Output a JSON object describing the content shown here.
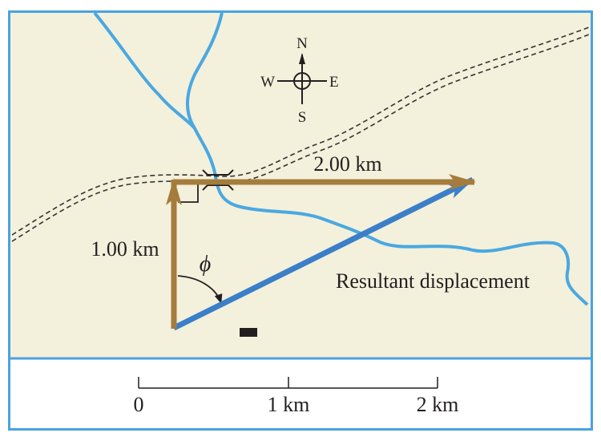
{
  "colors": {
    "map_background": "#f3f0dc",
    "frame": "#4aa3df",
    "river": "#4aa8e0",
    "path_arrows": "#a57c3c",
    "resultant_arrow": "#3a7fc8",
    "road": "#333333",
    "ink": "#231f20"
  },
  "compass": {
    "north": "N",
    "south": "S",
    "east": "E",
    "west": "W"
  },
  "vectors": {
    "north_leg": {
      "label": "1.00 km",
      "magnitude_km": 1.0,
      "direction": "north"
    },
    "east_leg": {
      "label": "2.00 km",
      "magnitude_km": 2.0,
      "direction": "east"
    },
    "resultant": {
      "label": "Resultant displacement"
    },
    "angle_symbol": "ϕ"
  },
  "scale_bar": {
    "ticks": [
      "0",
      "1 km",
      "2 km"
    ]
  },
  "icons": [
    "compass-rose-icon",
    "bridge-icon",
    "right-angle-icon",
    "car-icon"
  ]
}
